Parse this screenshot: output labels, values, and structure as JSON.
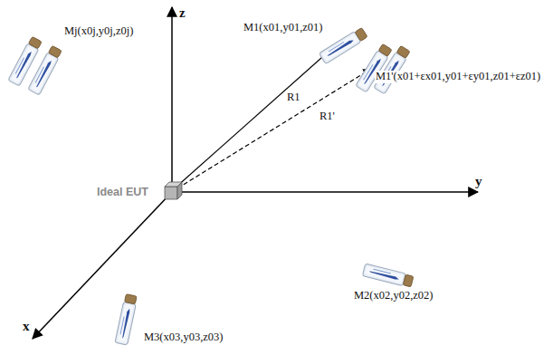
{
  "diagram": {
    "labels": [
      "z",
      "y",
      "x",
      "Ideal EUT",
      "M1(x01,y01,z01)",
      "M1'(x01+εx01,y01+εy01,z01+εz01)",
      "R1",
      "R1'",
      "Mj(x0j,y0j,z0j)",
      "M2(x02,y02,z02)",
      "M3(x03,y03,z03)"
    ]
  }
}
